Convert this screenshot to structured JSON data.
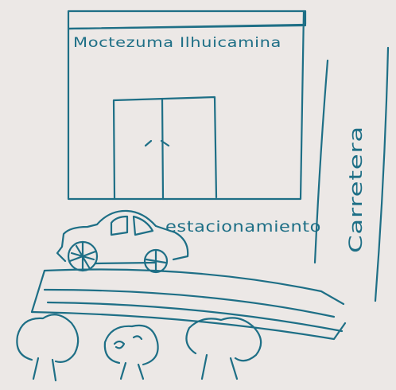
{
  "drawing": {
    "ink_color": "#1e6f86",
    "paper_color": "#ece8e6",
    "building_label": "Moctezuma Ilhuicamina",
    "parking_label": "estacionamiento",
    "road_label": "Carretera"
  }
}
